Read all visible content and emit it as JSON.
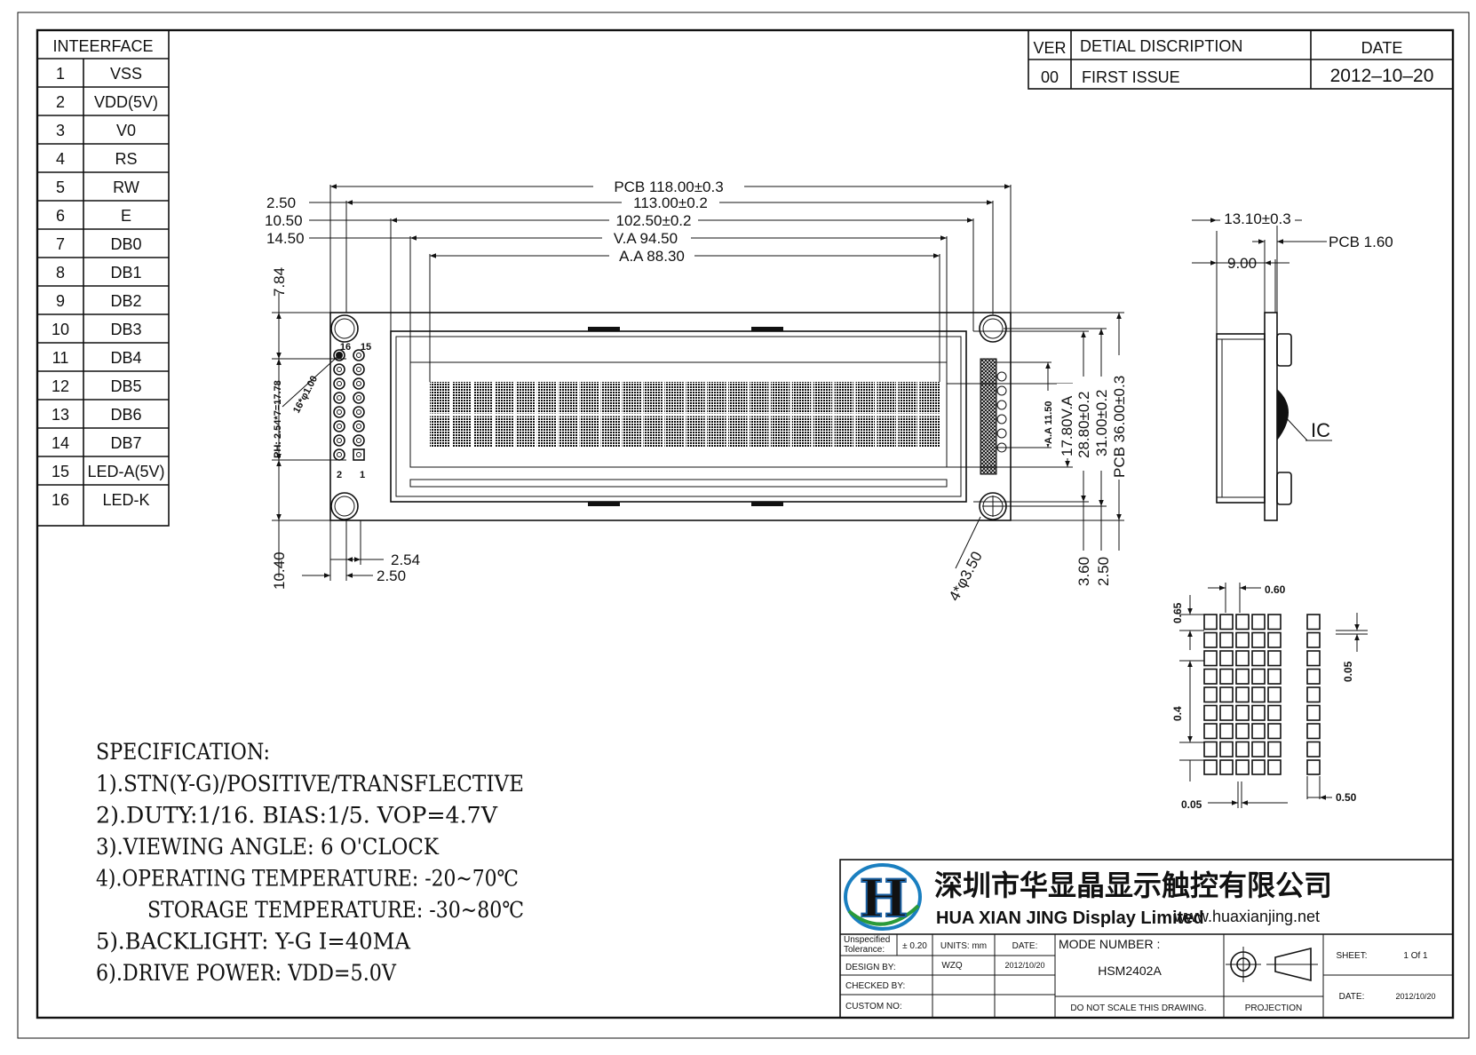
{
  "interface": {
    "header": "INTEERFACE",
    "pins": [
      {
        "no": "1",
        "name": "VSS"
      },
      {
        "no": "2",
        "name": "VDD(5V)"
      },
      {
        "no": "3",
        "name": "V0"
      },
      {
        "no": "4",
        "name": "RS"
      },
      {
        "no": "5",
        "name": "RW"
      },
      {
        "no": "6",
        "name": "E"
      },
      {
        "no": "7",
        "name": "DB0"
      },
      {
        "no": "8",
        "name": "DB1"
      },
      {
        "no": "9",
        "name": "DB2"
      },
      {
        "no": "10",
        "name": "DB3"
      },
      {
        "no": "11",
        "name": "DB4"
      },
      {
        "no": "12",
        "name": "DB5"
      },
      {
        "no": "13",
        "name": "DB6"
      },
      {
        "no": "14",
        "name": "DB7"
      },
      {
        "no": "15",
        "name": "LED-A(5V)"
      },
      {
        "no": "16",
        "name": "LED-K"
      }
    ]
  },
  "revision": {
    "ver_label": "VER",
    "desc_label": "DETIAL DISCRIPTION",
    "date_label": "DATE",
    "ver": "00",
    "desc": "FIRST ISSUE",
    "date": "2012–10–20"
  },
  "dims": {
    "pcb_w": "PCB  118.00±0.3",
    "w113": "113.00±0.2",
    "w102": "102.50±0.2",
    "va": "V.A  94.50",
    "aa": "A.A  88.30",
    "d250": "2.50",
    "d1050": "10.50",
    "d1450": "14.50",
    "d784": "7.84",
    "ph": "PH: 2.54*7=17.78",
    "holes16": "16*φ1.00",
    "pin16": "16",
    "pin15": "15",
    "pin2": "2",
    "pin1": "1",
    "d1040": "10.40",
    "d254": "2.54",
    "d250b": "2.50",
    "mount": "4*φ3.50",
    "aa_h": "A.A 11.50",
    "va_h": "17.80V.A",
    "h288": "28.80±0.2",
    "h310": "31.00±0.2",
    "pcb_h": "PCB  36.00±0.3",
    "d360": "3.60",
    "d250c": "2.50",
    "side_total": "13.10±0.3",
    "side_pcb": "PCB  1.60",
    "side_900": "9.00",
    "ic": "IC",
    "px060": "0.60",
    "px065": "0.65",
    "px005a": "0.05",
    "px04": "0.4",
    "px005b": "0.05",
    "px050": "0.50"
  },
  "spec": {
    "title": "SPECIFICATION:",
    "lines": [
      "1).STN(Y-G)/POSITIVE/TRANSFLECTIVE",
      "2).DUTY:1/16.  BIAS:1/5.  VOP=4.7V",
      "3).VIEWING ANGLE: 6 O'CLOCK",
      "4).OPERATING TEMPERATURE: -20~70℃",
      "    STORAGE TEMPERATURE: -30~80℃",
      "5).BACKLIGHT: Y-G   I=40MA",
      "6).DRIVE POWER: VDD=5.0V"
    ]
  },
  "title_block": {
    "company_cn": "深圳市华显晶显示触控有限公司",
    "company_en": "HUA XIAN JING Display Limited",
    "website": "www.huaxianjing.net",
    "tol_label_1": "Unspecified",
    "tol_label_2": "Tolerance:",
    "tol_value": "± 0.20",
    "units": "UNITS: mm",
    "date_label": "DATE:",
    "design_label": "DESIGN     BY:",
    "design_by": "WZQ",
    "design_date": "2012/10/20",
    "checked_label": "CHECKED    BY:",
    "custom_label": "CUSTOM NO:",
    "mode_label": "MODE NUMBER :",
    "mode_value": "HSM2402A",
    "no_scale": "DO NOT SCALE THIS DRAWING.",
    "projection": "PROJECTION",
    "sheet_label": "SHEET:",
    "sheet_value": "1  Of  1",
    "date2_label": "DATE:",
    "date2_value": "2012/10/20"
  }
}
